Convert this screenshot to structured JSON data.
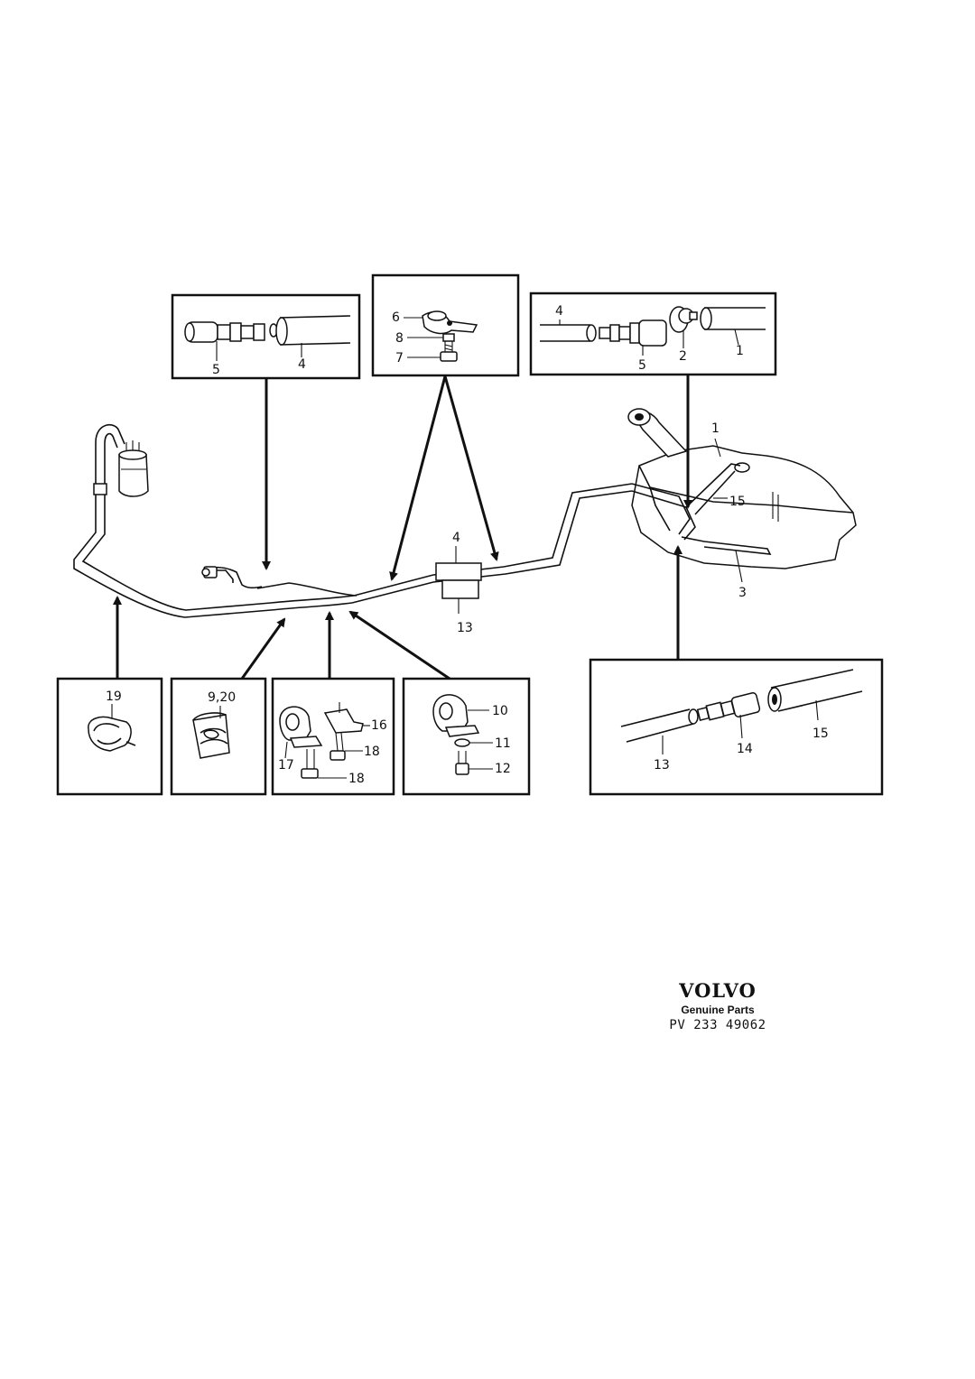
{
  "callouts": {
    "box_a": [
      "5",
      "4"
    ],
    "box_b": [
      "6",
      "8",
      "7"
    ],
    "box_c": [
      "4",
      "5",
      "2",
      "1"
    ],
    "main": [
      "1",
      "15",
      "3",
      "4",
      "13"
    ],
    "box_19": [
      "19"
    ],
    "box_920": [
      "9,20"
    ],
    "box_clamp2": [
      "16",
      "18",
      "17",
      "18"
    ],
    "box_clamp1": [
      "10",
      "11",
      "12"
    ],
    "box_hose": [
      "13",
      "14",
      "15"
    ]
  },
  "brand": {
    "logo": "VOLVO",
    "subtitle": "Genuine Parts",
    "code": "PV 233 49062"
  }
}
